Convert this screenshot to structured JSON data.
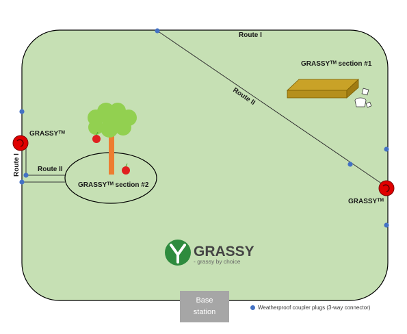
{
  "labels": {
    "route_1_top": "Route I",
    "route_2_diag": "Route II",
    "route_1_left": "Route I",
    "route_2_left": "Route II",
    "grassy_left": "GRASSYᵀᴹ",
    "grassy_right": "GRASSYᵀᴹ",
    "section_1": "GRASSYᵀᴹ section #1",
    "section_2": "GRASSYᵀᴹ section #2"
  },
  "brand": {
    "name": "GRASSY",
    "tagline": "- grassy by choice",
    "color": "#2e7d32"
  },
  "base_station": {
    "line1": "Base",
    "line2": "station"
  },
  "legend": {
    "text": "Weatherproof coupler plugs (3-way connector)"
  },
  "colors": {
    "field": "#c6e0b4",
    "plug": "#4472c4",
    "mower": "#e00000",
    "platform": "#c9a227",
    "trunk": "#ed7d31",
    "leaves": "#92d050"
  }
}
